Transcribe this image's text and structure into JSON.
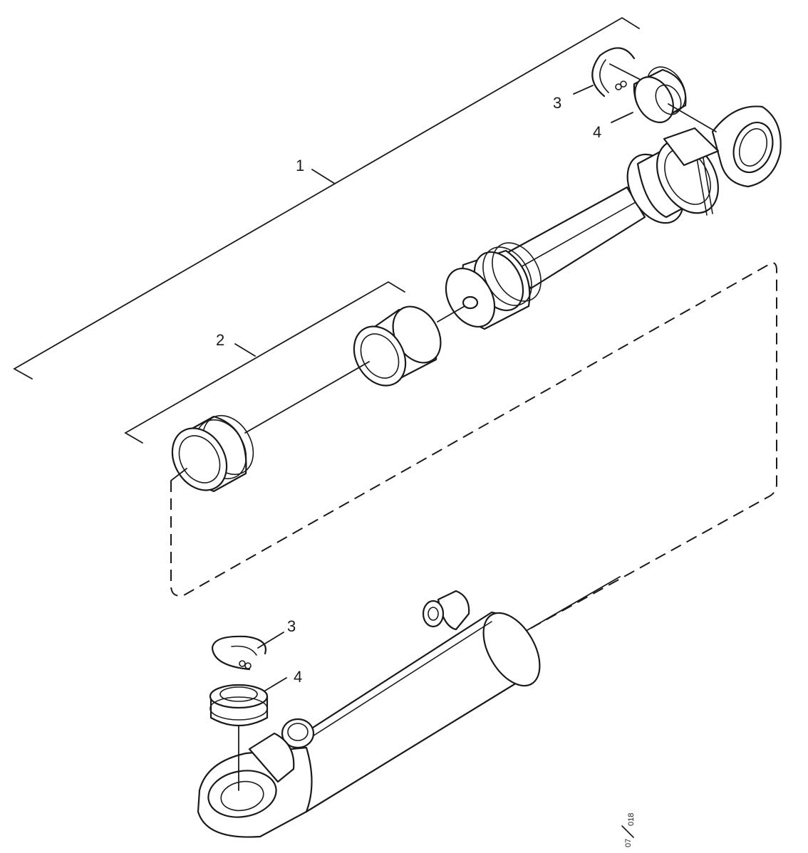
{
  "callouts": {
    "c1": "1",
    "c2": "2",
    "c3_top": "3",
    "c4_top": "4",
    "c3_bottom": "3",
    "c4_bottom": "4"
  },
  "reference": {
    "numerator": "07",
    "denominator": "018"
  },
  "colors": {
    "line": "#1a1a1a",
    "background": "#ffffff"
  }
}
